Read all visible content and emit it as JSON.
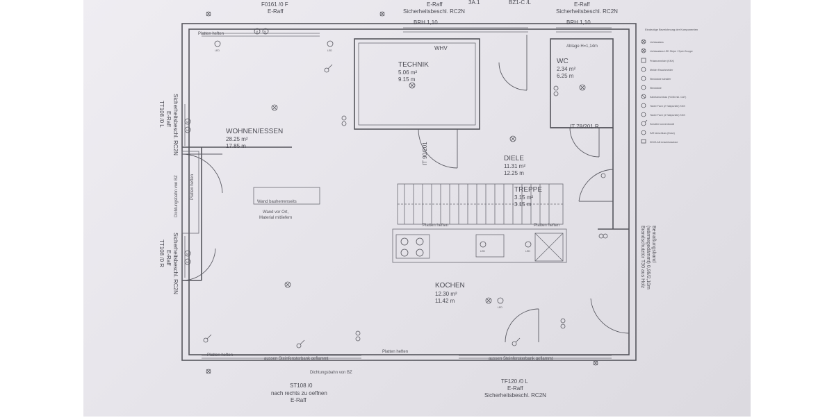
{
  "rooms": {
    "wohnen": {
      "name": "WOHNEN/ESSEN",
      "area1": "28.25 m²",
      "area2": "17.85 m"
    },
    "technik": {
      "name": "TECHNIK",
      "area1": "5.06 m²",
      "area2": "9.15 m"
    },
    "wc": {
      "name": "WC",
      "area1": "2.34 m²",
      "area2": "6.25 m"
    },
    "diele": {
      "name": "DIELE",
      "area1": "11.31 m²",
      "area2": "12.25 m"
    },
    "treppe": {
      "name": "TREPPE",
      "area1": "3.15 m²",
      "area2": "3.15 m"
    },
    "kochen": {
      "name": "KOCHEN",
      "area1": "12.30 m²",
      "area2": "11.42 m"
    }
  },
  "windows": {
    "top_left": {
      "line1": "F0161 /0 F",
      "line2": "E-Raff"
    },
    "top_center": {
      "line1": "E-Raff",
      "line2": "Sicherheitsbeschl. RC2N"
    },
    "top_center_id": "3A.1",
    "top_right_id": "BZ1-C /L",
    "top_right": {
      "line1": "E-Raff",
      "line2": "Sicherheitsbeschl. RC2N"
    },
    "left_upper": {
      "line1": "TT108 /0 L",
      "line2": "E-Raff",
      "line3": "Sicherheitsbeschl. RC2N"
    },
    "left_lower": {
      "line1": "TT108 /0 R",
      "line2": "E-Raff",
      "line3": "Sicherheitsbeschl. RC2N"
    },
    "bottom_center": {
      "line1": "ST108 /0",
      "line2": "nach rechts zu oeffnen",
      "line3": "E-Raff"
    },
    "bottom_right": {
      "line1": "TF120 /0 L",
      "line2": "E-Raff",
      "line3": "Sicherheitsbeschl. RC2N"
    }
  },
  "doors": {
    "technik": "IT 90/201",
    "wc": "IT 78/201 R",
    "entrance": {
      "line1": "Brandschutztür T30 aus Holz",
      "line2": "(wärmegedämmt) 0,99/2,10m",
      "line3": "Bemaßungsband"
    }
  },
  "annotations": {
    "brh_left": "BRH 1,10",
    "brh_right": "BRH 1,10",
    "whv": "WHV",
    "ablage": "Ablage H=1,14m",
    "fliesen_top": "Platten heften",
    "fliesen_left": "Platten heften",
    "fliesen_bottom_left": "Platten heften",
    "fliesen_bottom_center": "Platten heften",
    "fliesen_kitchen_left": "Platten heften",
    "fliesen_kitchen_right": "Platten heften",
    "wand_line1": "Wand bauherrenseits",
    "wand_line2": "Wand vor Ort,",
    "wand_line3": "Material mitliefern",
    "sill_left": "aussen Steinfensterbank geflammt",
    "sill_right": "aussen Steinfensterbank geflammt",
    "dichtung_left": "Dichtungsbahn von BZ",
    "dichtung_bottom": "Dichtungsbahn von BZ"
  },
  "legend": {
    "title": "Eindeutige Bezeichnung der Komponenten",
    "items": [
      "Lichtauslass",
      "Lichtauslass LED Stripe / Spot-Gruppe",
      "Präsenzmelder (KNX)",
      "Melder Rauchmelder",
      "Steckdose schalter",
      "Steckdose",
      "Kabelanschluss (RJ45 inkl. CAT)",
      "Taster Fach (2 Tastpunkte) KNX",
      "Taster Fach (4 Tastpunkte) KNX",
      "Schalter konventionell",
      "SAT-Anschluss (Dose)",
      "KNX/LAN Anschlussdose"
    ]
  }
}
